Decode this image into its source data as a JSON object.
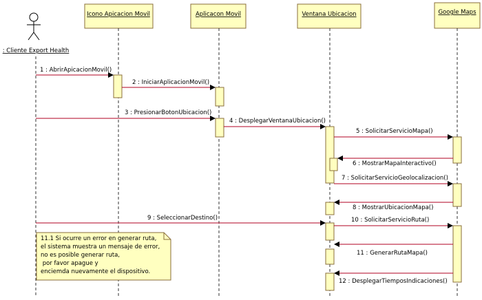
{
  "colors": {
    "box_fill": "#ffffc0",
    "box_stroke": "#8a6d3b",
    "line": "#b00020",
    "lifeline": "#000000",
    "note_fill": "#ffffc0"
  },
  "actor": {
    "label": ": Cliente Export Health"
  },
  "lifelines": [
    {
      "id": "icono",
      "label": "Icono Apicacion Movil"
    },
    {
      "id": "app",
      "label": "Aplicacon Movil"
    },
    {
      "id": "ventana",
      "label": "Ventana Ubicacion"
    },
    {
      "id": "maps",
      "label": "Google Maps"
    }
  ],
  "messages": [
    {
      "label": "1 : AbrirApicacionMovil()"
    },
    {
      "label": "2 : IniciarAplicacionMovil()"
    },
    {
      "label": "3 : PresionarBotonUbicacion()"
    },
    {
      "label": "4 : DesplegarVentanaUbicacion()"
    },
    {
      "label": "5 : SolicitarServicioMapa()"
    },
    {
      "label": "6 : MostrarMapaInteractivo()"
    },
    {
      "label": "7 : SolicitarServicioGeolocalizacion()"
    },
    {
      "label": "8 : MostrarUbicacionMapa()"
    },
    {
      "label": "9 : SeleccionarDestino()"
    },
    {
      "label": "10 : SolicitarServicioRuta()"
    },
    {
      "label": "11 : GenerarRutaMapa()"
    },
    {
      "label": "12 : DesplegarTiemposIndicaciones()"
    }
  ],
  "note": {
    "lines": [
      "11.1 Si ocurre un error en generar ruta,",
      "el sistema muestra un mensaje de error,",
      "no es posible generar ruta,",
      " por favor apague y",
      "enciemda nuevamente el dispositivo."
    ]
  }
}
